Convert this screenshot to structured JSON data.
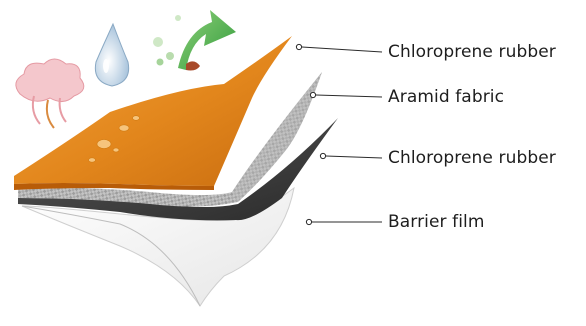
{
  "layers": [
    {
      "label": "Chloroprene rubber",
      "color": "#e8891f"
    },
    {
      "label": "Aramid fabric",
      "color": "#b9b9b9"
    },
    {
      "label": "Chloroprene rubber",
      "color": "#3a3a3a"
    },
    {
      "label": "Barrier film",
      "color": "#f2f2f2"
    }
  ],
  "icons": [
    "steam-cloud-icon",
    "water-drop-icon",
    "recycle-arrow-icon"
  ]
}
